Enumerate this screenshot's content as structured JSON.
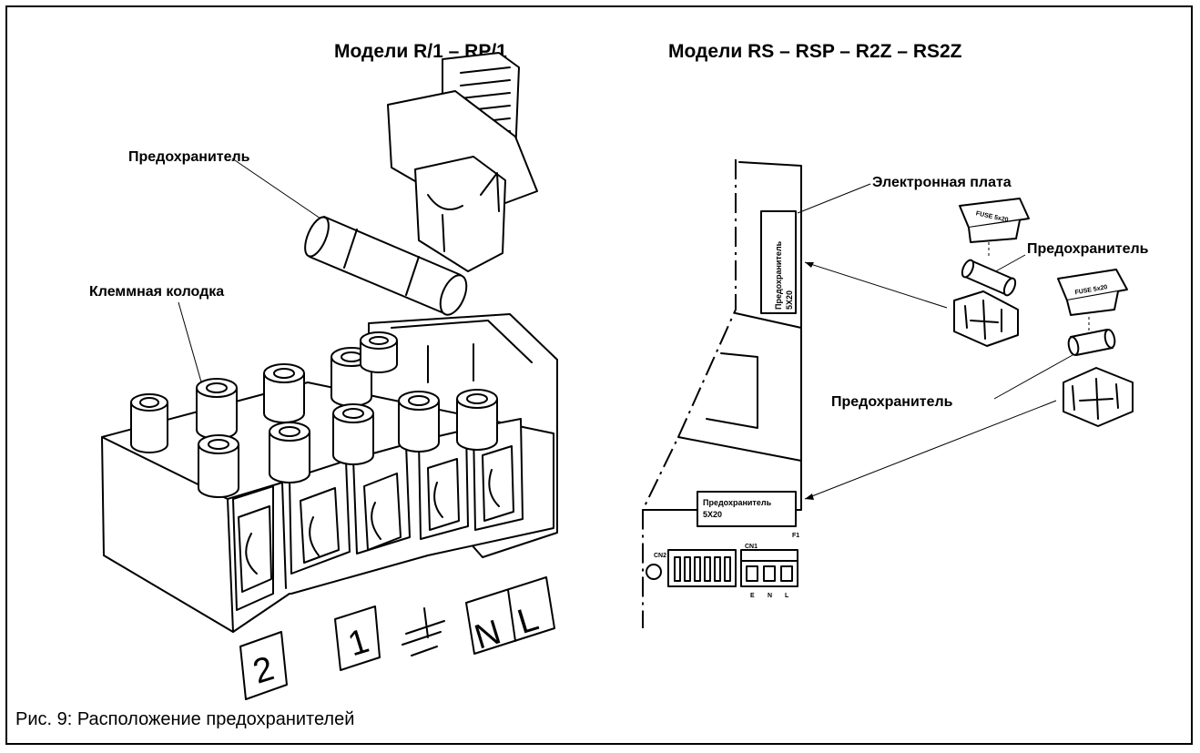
{
  "figure": {
    "caption": "Рис. 9: Расположение предохранителей"
  },
  "left_panel": {
    "title": "Модели R/1 – RP/1",
    "label_fuse": "Предохранитель",
    "label_terminal_block": "Клеммная колодка",
    "terminal_marks": [
      "2",
      "1",
      "N",
      "L"
    ]
  },
  "right_panel": {
    "title": "Модели RS – RSP – R2Z – RS2Z",
    "label_board": "Электронная плата",
    "label_fuse_upper": "Предохранитель",
    "label_fuse_lower": "Предохранитель",
    "board_fuse_upper_line1": "Предохранитель",
    "board_fuse_upper_line2": "5X20",
    "board_fuse_lower_line1": "Предохранитель",
    "board_fuse_lower_line2": "5X20",
    "fuse_cap_text": "FUSE 5x20",
    "connector_f1": "F1",
    "connector_cn2": "CN2",
    "connector_cn1": "CN1",
    "cn1_pins": [
      "E",
      "N",
      "L"
    ]
  }
}
